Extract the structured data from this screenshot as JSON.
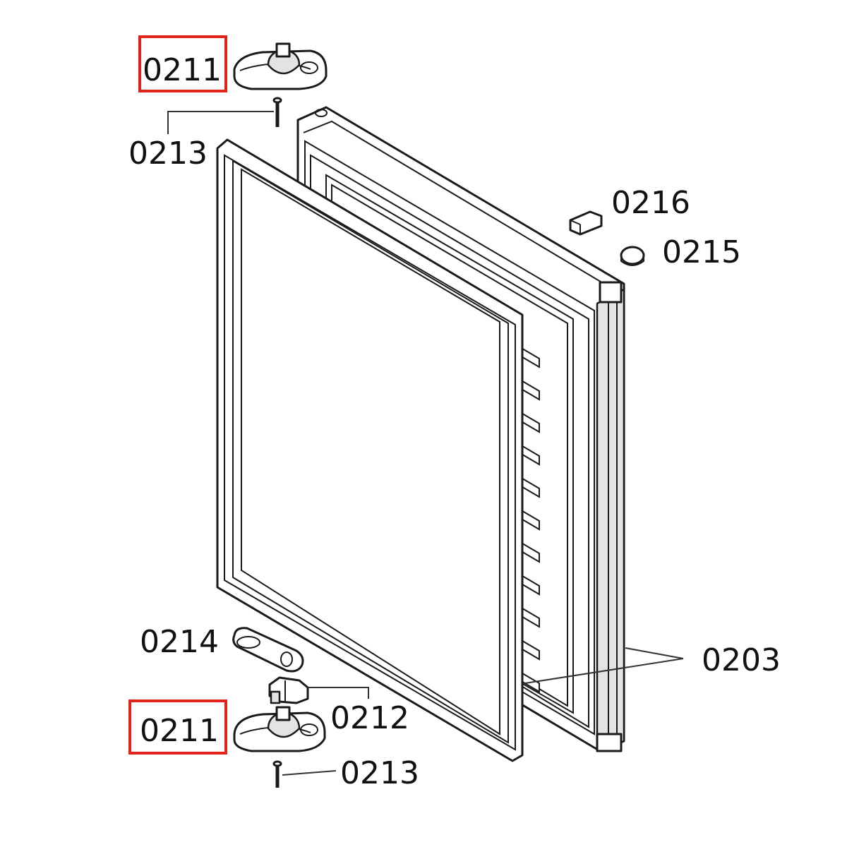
{
  "labels": {
    "hinge_top": "0211",
    "screw_top": "0213",
    "cap_0216": "0216",
    "cap_0215": "0215",
    "gasket_0214": "0214",
    "door_0203": "0203",
    "bracket_0212": "0212",
    "hinge_bottom": "0211",
    "screw_bottom": "0213"
  },
  "colors": {
    "highlight": "#e2231a",
    "line": "#1a1a1a",
    "background": "#ffffff"
  }
}
